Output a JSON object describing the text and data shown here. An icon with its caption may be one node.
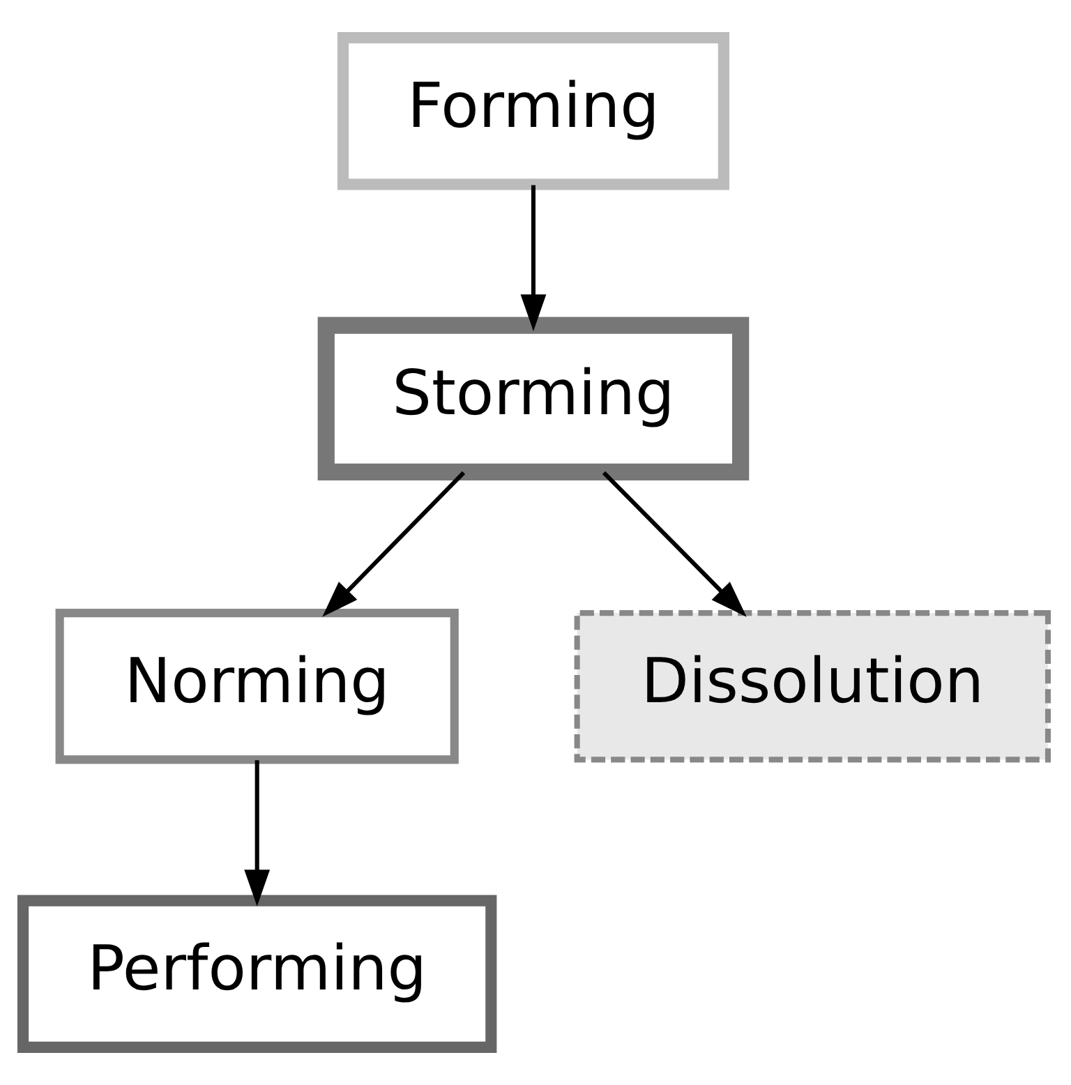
{
  "diagram": {
    "nodes": [
      {
        "text": [
          "Forming"
        ]
      },
      {
        "text": [
          "Storming"
        ]
      },
      {
        "text": [
          "Norming"
        ]
      },
      {
        "text": [
          "Dissolution"
        ]
      },
      {
        "text": [
          "Performing"
        ]
      }
    ],
    "edges": [
      {
        "from": 0,
        "to": 1,
        "arrow": "to"
      },
      {
        "from": 1,
        "to": 2,
        "arrow": "to"
      },
      {
        "from": 1,
        "to": 3,
        "arrow": "to"
      },
      {
        "from": 2,
        "to": 4,
        "arrow": "to"
      }
    ]
  }
}
